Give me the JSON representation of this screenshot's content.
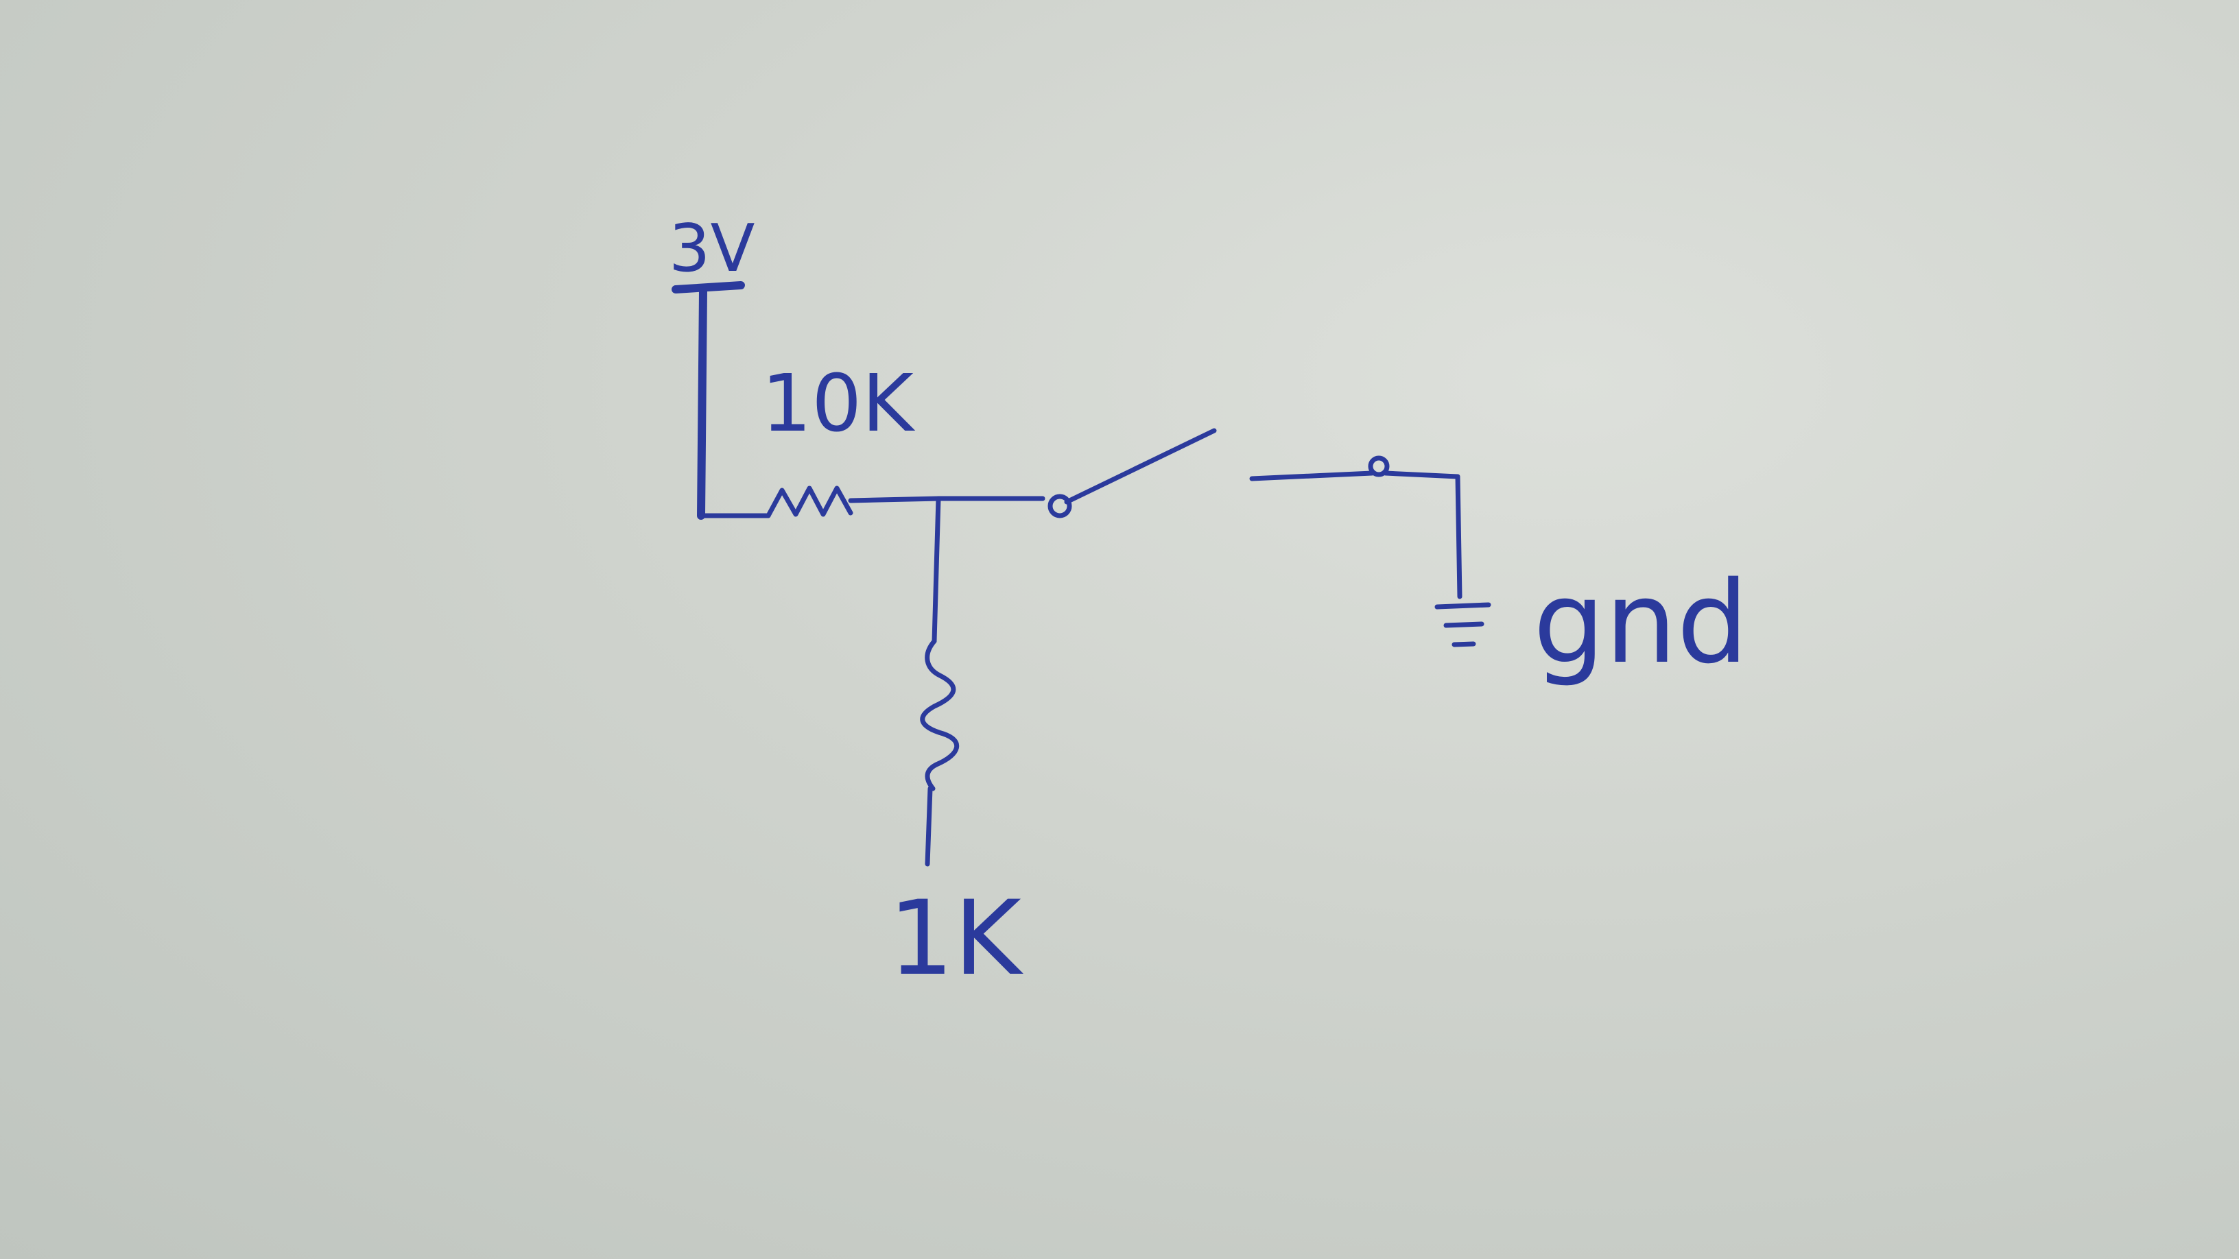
{
  "labels": {
    "supply": "3V",
    "r_top": "10K",
    "r_bottom": "1K",
    "ground": "gnd"
  },
  "colors": {
    "ink": "#2b3a9c",
    "paper": "#d3d7d1"
  }
}
